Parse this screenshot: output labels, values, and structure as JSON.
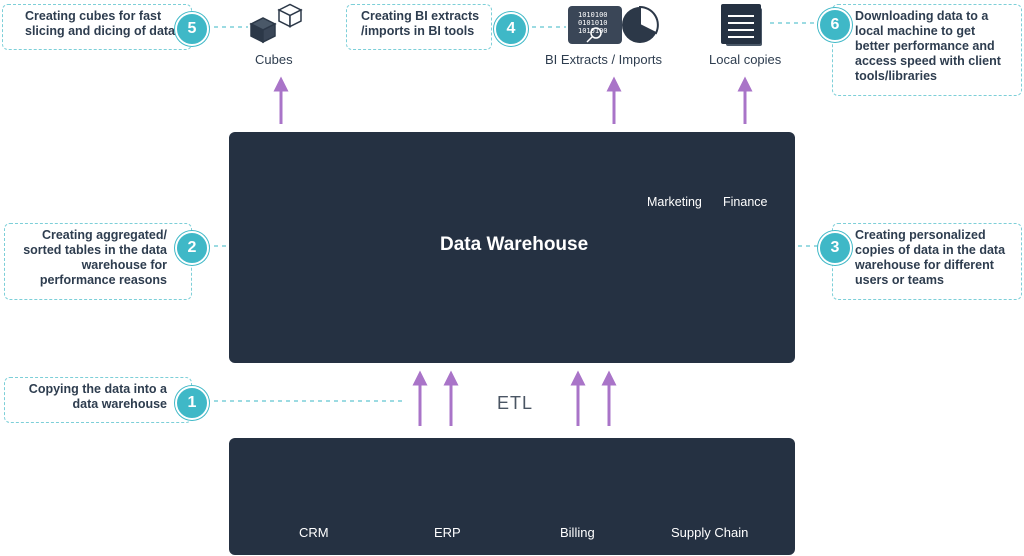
{
  "callouts": {
    "c1": {
      "number": "1",
      "text": "Copying the data into a data warehouse"
    },
    "c2": {
      "number": "2",
      "text": "Creating aggregated/ sorted tables in the data warehouse for performance reasons"
    },
    "c3": {
      "number": "3",
      "text": "Creating personalized copies of data in the data warehouse for different users or teams"
    },
    "c4": {
      "number": "4",
      "text": "Creating BI extracts /imports in BI tools"
    },
    "c5": {
      "number": "5",
      "text": "Creating cubes for fast slicing and dicing of data"
    },
    "c6": {
      "number": "6",
      "text": "Downloading data to a local machine to get better performance and access speed with client tools/libraries"
    }
  },
  "outputs": {
    "cubes": "Cubes",
    "bi": "BI Extracts / Imports",
    "local": "Local copies"
  },
  "warehouse": {
    "title": "Data Warehouse",
    "marketing": "Marketing",
    "finance": "Finance"
  },
  "etl": "ETL",
  "sources": [
    "CRM",
    "ERP",
    "Billing",
    "Supply Chain"
  ],
  "colors": {
    "panel": "#253142",
    "accent": "#3fb8c7",
    "arrow": "#a974c8",
    "dashed": "#7ccfd8"
  },
  "icons": {
    "cubes": "cubes-icon",
    "bi": "bi-extract-icon",
    "pie": "pie-chart-icon",
    "local": "document-icon",
    "table": "table-icon",
    "database": "database-icon"
  }
}
